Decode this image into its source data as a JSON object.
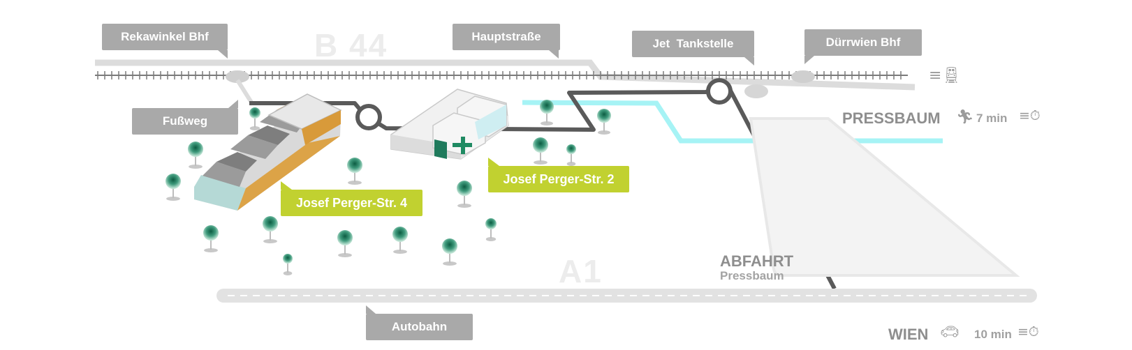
{
  "labels": {
    "rekawinkel_prefix": "Rekawinkel",
    "rekawinkel_suffix": "Bhf",
    "hauptstrasse": "Hauptstraße",
    "jet_prefix": "Jet",
    "jet_suffix": "Tankstelle",
    "duerrwien_prefix": "Dürrwien",
    "duerrwien_suffix": "Bhf",
    "fussweg": "Fußweg",
    "josef4": "Josef Perger-Str. 4",
    "josef2": "Josef Perger-Str. 2",
    "autobahn": "Autobahn"
  },
  "roads": {
    "b44": "B 44",
    "a1": "A1"
  },
  "exit": {
    "title": "ABFAHRT",
    "name": "Pressbaum"
  },
  "destinations": {
    "pressbaum": {
      "name": "PRESSBAUM",
      "time": "7 min",
      "mode_icon": "walking-person-icon",
      "clock_icon": "stopwatch-icon"
    },
    "wien": {
      "name": "WIEN",
      "time": "10 min",
      "mode_icon": "car-icon",
      "clock_icon": "stopwatch-icon"
    }
  },
  "icons": {
    "train": "train-icon",
    "medical_cross": "medical-cross-icon",
    "tree": "tree-icon"
  },
  "colors": {
    "label_grey": "#a9a9a9",
    "label_green": "#c1d130",
    "route_dark": "#585858",
    "water_cyan": "#9ff4f6",
    "road_light": "#e2e2e2",
    "tree_green": "#1f7a5c"
  }
}
